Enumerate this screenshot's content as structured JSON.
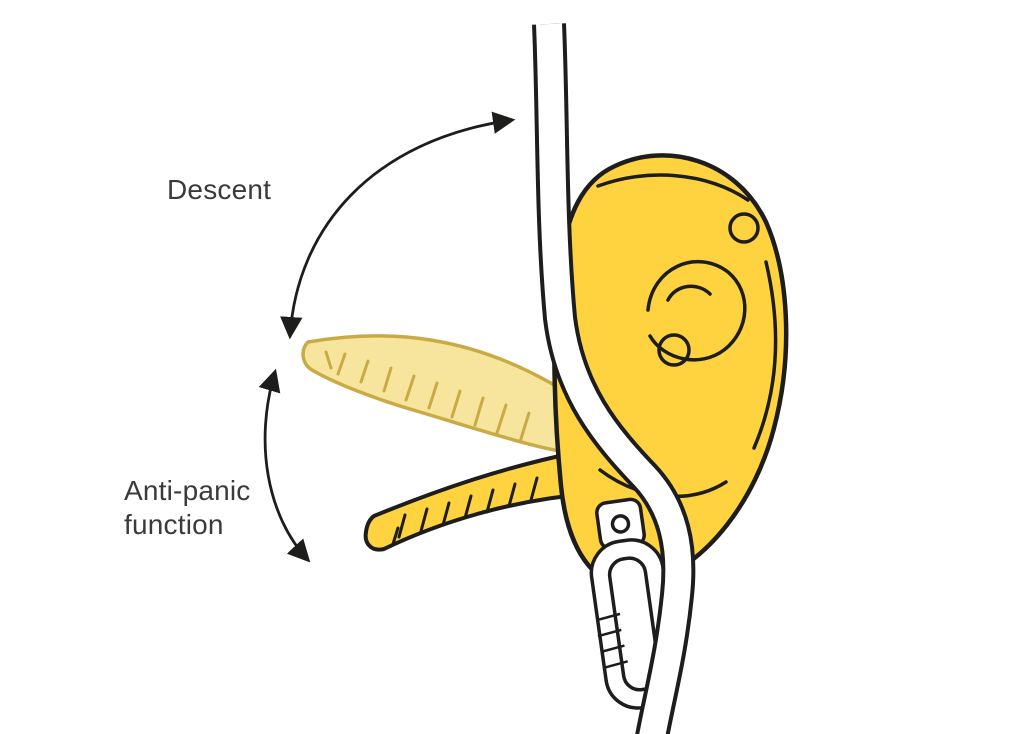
{
  "figure": {
    "type": "instruction-diagram",
    "subject": "descender-device-handle-positions",
    "labels": {
      "descent": "Descent",
      "anti_panic_line1": "Anti-panic",
      "anti_panic_line2": "function"
    },
    "icons": {
      "descent_arrow": "curved-double-arrow",
      "anti_panic_arrow": "curved-double-arrow"
    },
    "colors": {
      "background": "#ffffff",
      "device_yellow": "#ffd23f",
      "ghost_yellow": "#f8e59d",
      "ghost_outline": "#c9aa45",
      "outline_black": "#1d1d1b",
      "rope_white": "#ffffff",
      "text": "#3a3a39"
    }
  }
}
